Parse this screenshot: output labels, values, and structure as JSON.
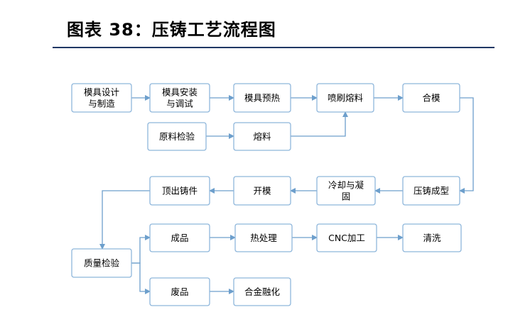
{
  "title": "图表 38：压铸工艺流程图",
  "colors": {
    "box_border": "#8eb6db",
    "arrow": "#6d9fcc",
    "title_rule": "#1f3864"
  },
  "nodes": [
    {
      "id": "mold-design",
      "label": [
        "模具设计",
        "与制造"
      ]
    },
    {
      "id": "mold-install",
      "label": [
        "模具安装",
        "与调试"
      ]
    },
    {
      "id": "mold-preheat",
      "label": [
        "模具预热"
      ]
    },
    {
      "id": "spray-release",
      "label": [
        "喷刷熔料"
      ]
    },
    {
      "id": "close-mold",
      "label": [
        "合模"
      ]
    },
    {
      "id": "material-inspect",
      "label": [
        "原料检验"
      ]
    },
    {
      "id": "melt",
      "label": [
        "熔料"
      ]
    },
    {
      "id": "die-cast",
      "label": [
        "压铸成型"
      ]
    },
    {
      "id": "cool-solidify",
      "label": [
        "冷却与凝",
        "固"
      ]
    },
    {
      "id": "open-mold",
      "label": [
        "开模"
      ]
    },
    {
      "id": "eject-part",
      "label": [
        "顶出铸件"
      ]
    },
    {
      "id": "quality-inspect",
      "label": [
        "质量检验"
      ]
    },
    {
      "id": "finished",
      "label": [
        "成品"
      ]
    },
    {
      "id": "heat-treat",
      "label": [
        "热处理"
      ]
    },
    {
      "id": "cnc",
      "label": [
        "CNC加工"
      ]
    },
    {
      "id": "clean",
      "label": [
        "清洗"
      ]
    },
    {
      "id": "scrap",
      "label": [
        "废品"
      ]
    },
    {
      "id": "remelt",
      "label": [
        "合金融化"
      ]
    }
  ],
  "edges": [
    [
      "mold-design",
      "mold-install"
    ],
    [
      "mold-install",
      "mold-preheat"
    ],
    [
      "mold-preheat",
      "spray-release"
    ],
    [
      "spray-release",
      "close-mold"
    ],
    [
      "material-inspect",
      "melt"
    ],
    [
      "melt",
      "spray-release"
    ],
    [
      "close-mold",
      "die-cast"
    ],
    [
      "die-cast",
      "cool-solidify"
    ],
    [
      "cool-solidify",
      "open-mold"
    ],
    [
      "open-mold",
      "eject-part"
    ],
    [
      "eject-part",
      "quality-inspect"
    ],
    [
      "quality-inspect",
      "finished"
    ],
    [
      "finished",
      "heat-treat"
    ],
    [
      "heat-treat",
      "cnc"
    ],
    [
      "cnc",
      "clean"
    ],
    [
      "quality-inspect",
      "scrap"
    ],
    [
      "scrap",
      "remelt"
    ]
  ]
}
